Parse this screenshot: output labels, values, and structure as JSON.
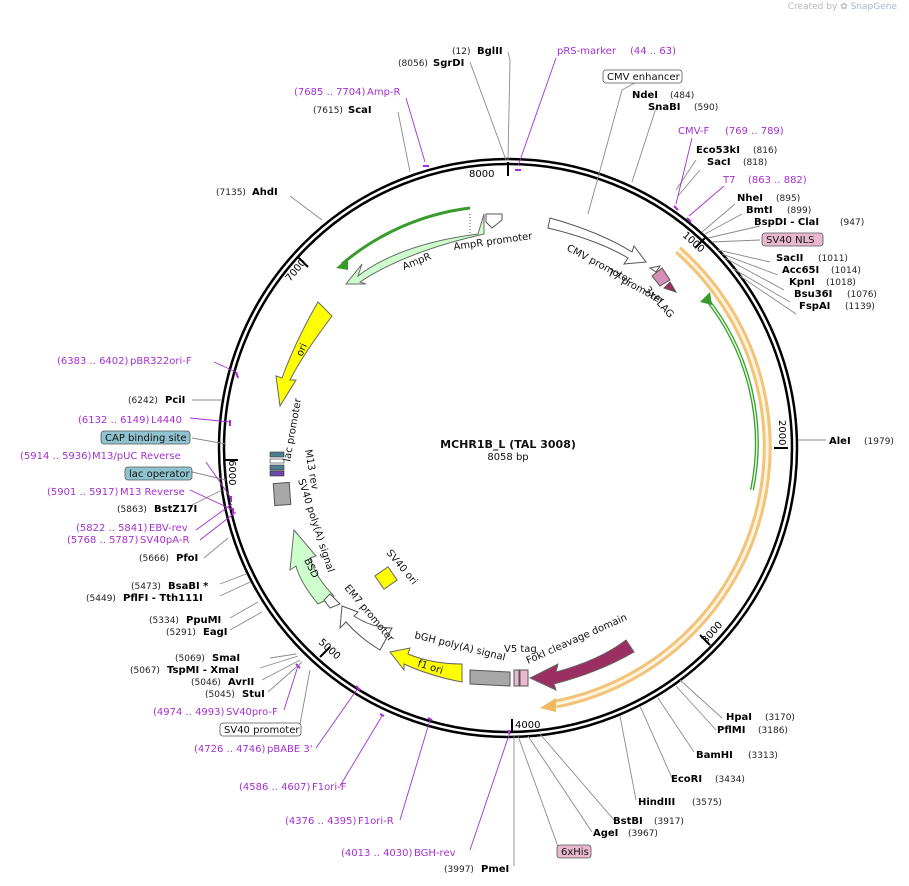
{
  "header": {
    "created_by": "Created by",
    "brand": "SnapGene"
  },
  "plasmid": {
    "name": "MCHR1B_L (TAL 3008)",
    "size": "8058 bp"
  },
  "ticks": [
    "1000",
    "2000",
    "3000",
    "4000",
    "5000",
    "6000",
    "7000",
    "8000"
  ],
  "enzymes": [
    {
      "pos": "(12)",
      "name": "BglII"
    },
    {
      "pos": "(8056)",
      "name": "SgrDI"
    },
    {
      "pos": "(7615)",
      "name": "ScaI"
    },
    {
      "pos": "(7135)",
      "name": "AhdI"
    },
    {
      "pos": "(484)",
      "name": "NdeI"
    },
    {
      "pos": "(590)",
      "name": "SnaBI"
    },
    {
      "pos": "(816)",
      "name": "Eco53kI"
    },
    {
      "pos": "(818)",
      "name": "SacI"
    },
    {
      "pos": "(895)",
      "name": "NheI"
    },
    {
      "pos": "(899)",
      "name": "BmtI"
    },
    {
      "pos": "(947)",
      "name": "BspDI - ClaI"
    },
    {
      "pos": "(1011)",
      "name": "SacII"
    },
    {
      "pos": "(1014)",
      "name": "Acc65I"
    },
    {
      "pos": "(1018)",
      "name": "KpnI"
    },
    {
      "pos": "(1076)",
      "name": "Bsu36I"
    },
    {
      "pos": "(1139)",
      "name": "FspAI"
    },
    {
      "pos": "(1979)",
      "name": "AleI"
    },
    {
      "pos": "(3170)",
      "name": "HpaI"
    },
    {
      "pos": "(3186)",
      "name": "PflMI"
    },
    {
      "pos": "(3313)",
      "name": "BamHI"
    },
    {
      "pos": "(3434)",
      "name": "EcoRI"
    },
    {
      "pos": "(3575)",
      "name": "HindIII"
    },
    {
      "pos": "(3917)",
      "name": "BstBI"
    },
    {
      "pos": "(3967)",
      "name": "AgeI"
    },
    {
      "pos": "(3997)",
      "name": "PmeI"
    },
    {
      "pos": "(6242)",
      "name": "PciI"
    },
    {
      "pos": "(5863)",
      "name": "BstZ17I"
    },
    {
      "pos": "(5666)",
      "name": "PfoI"
    },
    {
      "pos": "(5473)",
      "name": "BsaBI *"
    },
    {
      "pos": "(5449)",
      "name": "PflFI - Tth111I"
    },
    {
      "pos": "(5334)",
      "name": "PpuMI"
    },
    {
      "pos": "(5291)",
      "name": "EagI"
    },
    {
      "pos": "(5069)",
      "name": "SmaI"
    },
    {
      "pos": "(5067)",
      "name": "TspMI - XmaI"
    },
    {
      "pos": "(5046)",
      "name": "AvrII"
    },
    {
      "pos": "(5045)",
      "name": "StuI"
    }
  ],
  "primers": [
    {
      "name": "pRS-marker",
      "range": "(44 .. 63)"
    },
    {
      "name": "Amp-R",
      "range": "(7685 .. 7704)"
    },
    {
      "name": "CMV-F",
      "range": "(769 .. 789)"
    },
    {
      "name": "T7",
      "range": "(863 .. 882)"
    },
    {
      "name": "pBR322ori-F",
      "range": "(6383 .. 6402)"
    },
    {
      "name": "L4440",
      "range": "(6132 .. 6149)"
    },
    {
      "name": "M13/pUC Reverse",
      "range": "(5914 .. 5936)"
    },
    {
      "name": "M13 Reverse",
      "range": "(5901 .. 5917)"
    },
    {
      "name": "EBV-rev",
      "range": "(5822 .. 5841)"
    },
    {
      "name": "SV40pA-R",
      "range": "(5768 .. 5787)"
    },
    {
      "name": "SV40pro-F",
      "range": "(4974 .. 4993)"
    },
    {
      "name": "pBABE 3'",
      "range": "(4726 .. 4746)"
    },
    {
      "name": "F1ori-F",
      "range": "(4586 .. 4607)"
    },
    {
      "name": "F1ori-R",
      "range": "(4376 .. 4395)"
    },
    {
      "name": "BGH-rev",
      "range": "(4013 .. 4030)"
    }
  ],
  "boxed_features": [
    {
      "name": "CMV enhancer",
      "fill": "#ffffff"
    },
    {
      "name": "SV40 NLS",
      "fill": "#e9b8cc"
    },
    {
      "name": "CAP binding site",
      "fill": "#8fc3cf"
    },
    {
      "name": "lac operator",
      "fill": "#8fc3cf"
    },
    {
      "name": "SV40 promoter",
      "fill": "#ffffff"
    },
    {
      "name": "6xHis",
      "fill": "#e9b8cc"
    }
  ],
  "features": [
    "AmpR promoter",
    "AmpR",
    "ori",
    "CMV promoter",
    "T7 promoter",
    "3xFLAG",
    "lac promoter",
    "M13 rev",
    "SV40 poly(A) signal",
    "BSD",
    "EM7 promoter",
    "SV40 ori",
    "f1 ori",
    "bGH poly(A) signal",
    "V5 tag",
    "FokI cleavage domain"
  ],
  "colors": {
    "primer": "#a52fd0",
    "ampr": "#ccffcc",
    "ori": "#ffff00",
    "foki": "#9c2f62",
    "orf_highlight": "#f0b860",
    "orf_green": "#3a9b2d",
    "polya": "#a8a8a8",
    "lac": "#7a7aa0"
  }
}
